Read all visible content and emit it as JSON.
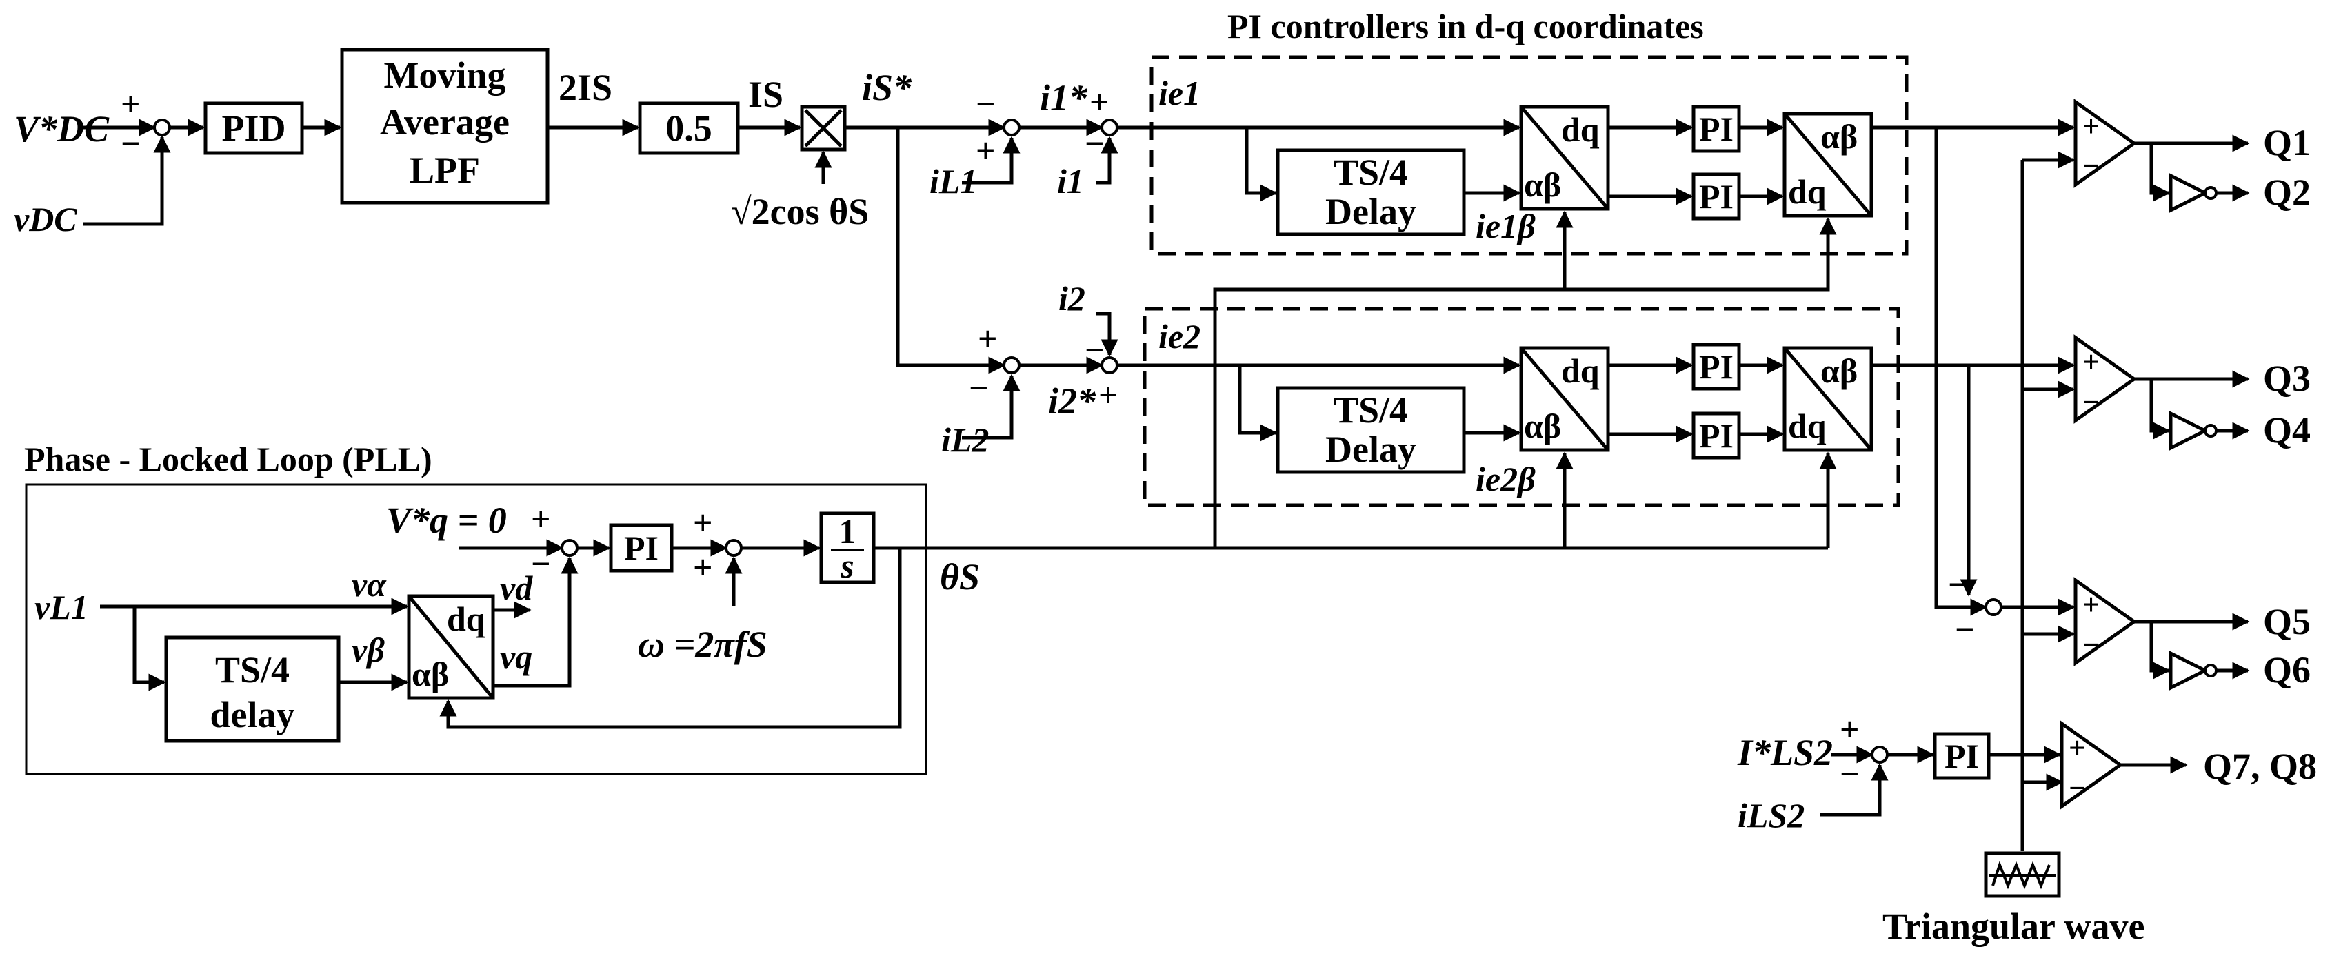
{
  "labels": {
    "vdc_ref": "V*DC",
    "vdc": "vDC",
    "pid": "PID",
    "lpf": [
      "Moving",
      "Average",
      "LPF"
    ],
    "two_is": "2IS",
    "gain": "0.5",
    "is": "IS",
    "is_ref": "iS*",
    "sqrt_cos": "√2cos θS",
    "il1": "iL1",
    "i1_ref": "i1*",
    "i1": "i1",
    "ie1": "ie1",
    "ie1b": "ie1β",
    "il2": "iL2",
    "i2_ref": "i2*",
    "i2": "i2",
    "ie2": "ie2",
    "ie2b": "ie2β",
    "delay_top": [
      "TS/4",
      "Delay"
    ],
    "delay_mid": [
      "TS/4",
      "Delay"
    ],
    "delay_pll": [
      "TS/4",
      "delay"
    ],
    "pi": "PI",
    "dq": "dq",
    "ab": "αβ",
    "pi_title": "PI controllers in d-q coordinates",
    "pll_title": "Phase - Locked Loop (PLL)",
    "vq_ref": "V*q = 0",
    "v_alpha": "vα",
    "v_beta": "vβ",
    "vd": "vd",
    "vq": "vq",
    "vl1": "vL1",
    "omega": "ω =2πfS",
    "integrator_num": "1",
    "integrator_den": "s",
    "theta": "θS",
    "ils2_ref": "I*LS2",
    "ils2": "iLS2",
    "triangular": "Triangular wave",
    "q1": "Q1",
    "q2": "Q2",
    "q3": "Q3",
    "q4": "Q4",
    "q5": "Q5",
    "q6": "Q6",
    "q78": "Q7, Q8",
    "plus": "+",
    "minus": "−"
  }
}
